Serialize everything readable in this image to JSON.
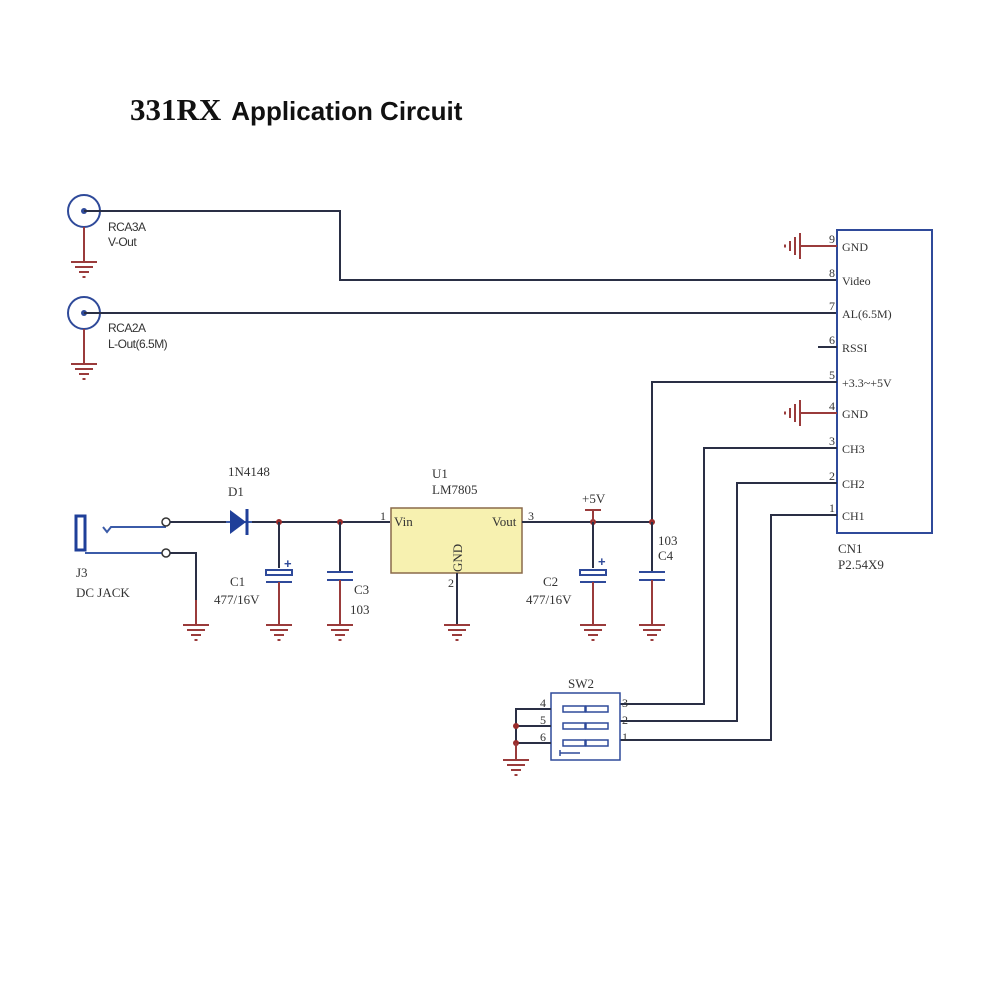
{
  "title": {
    "part": "331RX",
    "text": "Application Circuit"
  },
  "components": {
    "rca_v": {
      "ref": "RCA3A",
      "label": "V-Out"
    },
    "rca_l": {
      "ref": "RCA2A",
      "label": "L-Out(6.5M)"
    },
    "dc_jack": {
      "ref": "J3",
      "label": "DC JACK"
    },
    "diode": {
      "part": "1N4148",
      "ref": "D1"
    },
    "c1": {
      "ref": "C1",
      "value": "477/16V"
    },
    "c3": {
      "ref": "C3",
      "value": "103"
    },
    "regulator": {
      "ref": "U1",
      "part": "LM7805",
      "pin_in_label": "Vin",
      "pin_out_label": "Vout",
      "pin_gnd_label": "GND",
      "pin_in_num": "1",
      "pin_gnd_num": "2",
      "pin_out_num": "3"
    },
    "supply": {
      "label": "+5V"
    },
    "c2": {
      "ref": "C2",
      "value": "477/16V"
    },
    "c4": {
      "ref": "C4",
      "value": "103"
    },
    "connector": {
      "ref": "CN1",
      "part": "P2.54X9",
      "pins": [
        {
          "num": "9",
          "label": "GND"
        },
        {
          "num": "8",
          "label": "Video"
        },
        {
          "num": "7",
          "label": "AL(6.5M)"
        },
        {
          "num": "6",
          "label": "RSSI"
        },
        {
          "num": "5",
          "label": "+3.3~+5V"
        },
        {
          "num": "4",
          "label": "GND"
        },
        {
          "num": "3",
          "label": "CH3"
        },
        {
          "num": "2",
          "label": "CH2"
        },
        {
          "num": "1",
          "label": "CH1"
        }
      ]
    },
    "switch": {
      "ref": "SW2",
      "left_pins": [
        "4",
        "5",
        "6"
      ],
      "right_pins": [
        "3",
        "2",
        "1"
      ]
    }
  }
}
